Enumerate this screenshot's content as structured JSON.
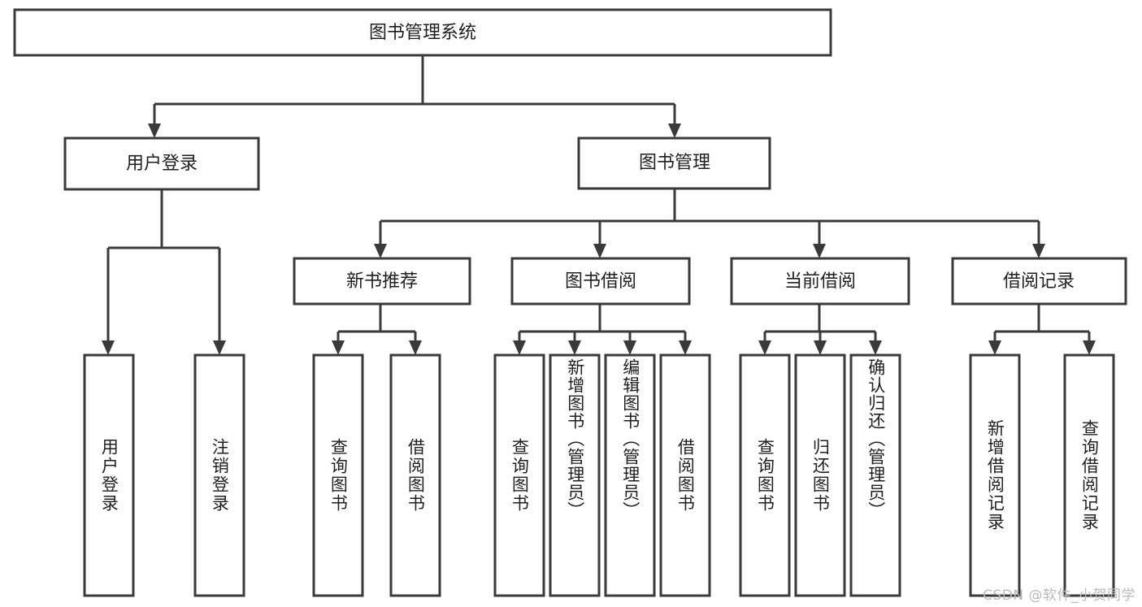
{
  "diagram": {
    "title": "图书管理系统",
    "watermark": "CSDN @软件_小贺同学",
    "colors": {
      "stroke": "#3a3a3a",
      "box_fill": "#ffffff",
      "text": "#1f1f1f",
      "background": "#ffffff",
      "watermark": "#b9b9b9"
    },
    "root": {
      "label": "图书管理系统"
    },
    "level2": [
      {
        "label": "用户登录"
      },
      {
        "label": "图书管理"
      }
    ],
    "level3": [
      {
        "label": "新书推荐"
      },
      {
        "label": "图书借阅"
      },
      {
        "label": "当前借阅"
      },
      {
        "label": "借阅记录"
      }
    ],
    "leaves": {
      "user_login": [
        {
          "label": "用户登录"
        },
        {
          "label": "注销登录"
        }
      ],
      "new_book": [
        {
          "label": "查询图书"
        },
        {
          "label": "借阅图书"
        }
      ],
      "book_borrow": [
        {
          "label": "查询图书"
        },
        {
          "label": "新增图书（管理员）"
        },
        {
          "label": "编辑图书（管理员）"
        },
        {
          "label": "借阅图书"
        }
      ],
      "current_borrow": [
        {
          "label": "查询图书"
        },
        {
          "label": "归还图书"
        },
        {
          "label": "确认归还（管理员）"
        }
      ],
      "borrow_record": [
        {
          "label": "新增借阅记录"
        },
        {
          "label": "查询借阅记录"
        }
      ]
    }
  }
}
